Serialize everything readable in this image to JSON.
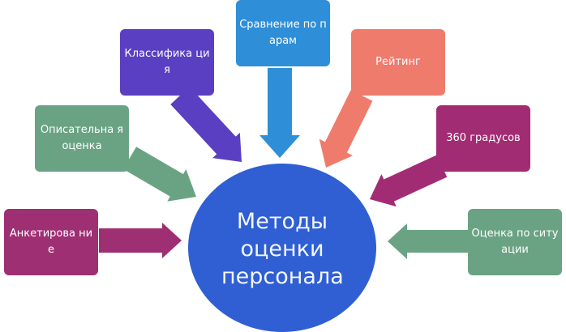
{
  "center": {
    "label": "Методы оценки персонала",
    "color": "#2f5fd3"
  },
  "methods": [
    {
      "id": "survey",
      "label": "Анкетирова ние",
      "color": "#9e2f73"
    },
    {
      "id": "descriptive",
      "label": "Описательна я оценка",
      "color": "#6aa383"
    },
    {
      "id": "classification",
      "label": "Классифика ция",
      "color": "#5a3fc2"
    },
    {
      "id": "pairs",
      "label": "Сравнение по парам",
      "color": "#2e8fd8"
    },
    {
      "id": "rating",
      "label": "Рейтинг",
      "color": "#ef7b6d"
    },
    {
      "id": "degrees360",
      "label": "360 градусов",
      "color": "#a22c74"
    },
    {
      "id": "situation",
      "label": "Оценка по ситуации",
      "color": "#6aa383"
    }
  ]
}
